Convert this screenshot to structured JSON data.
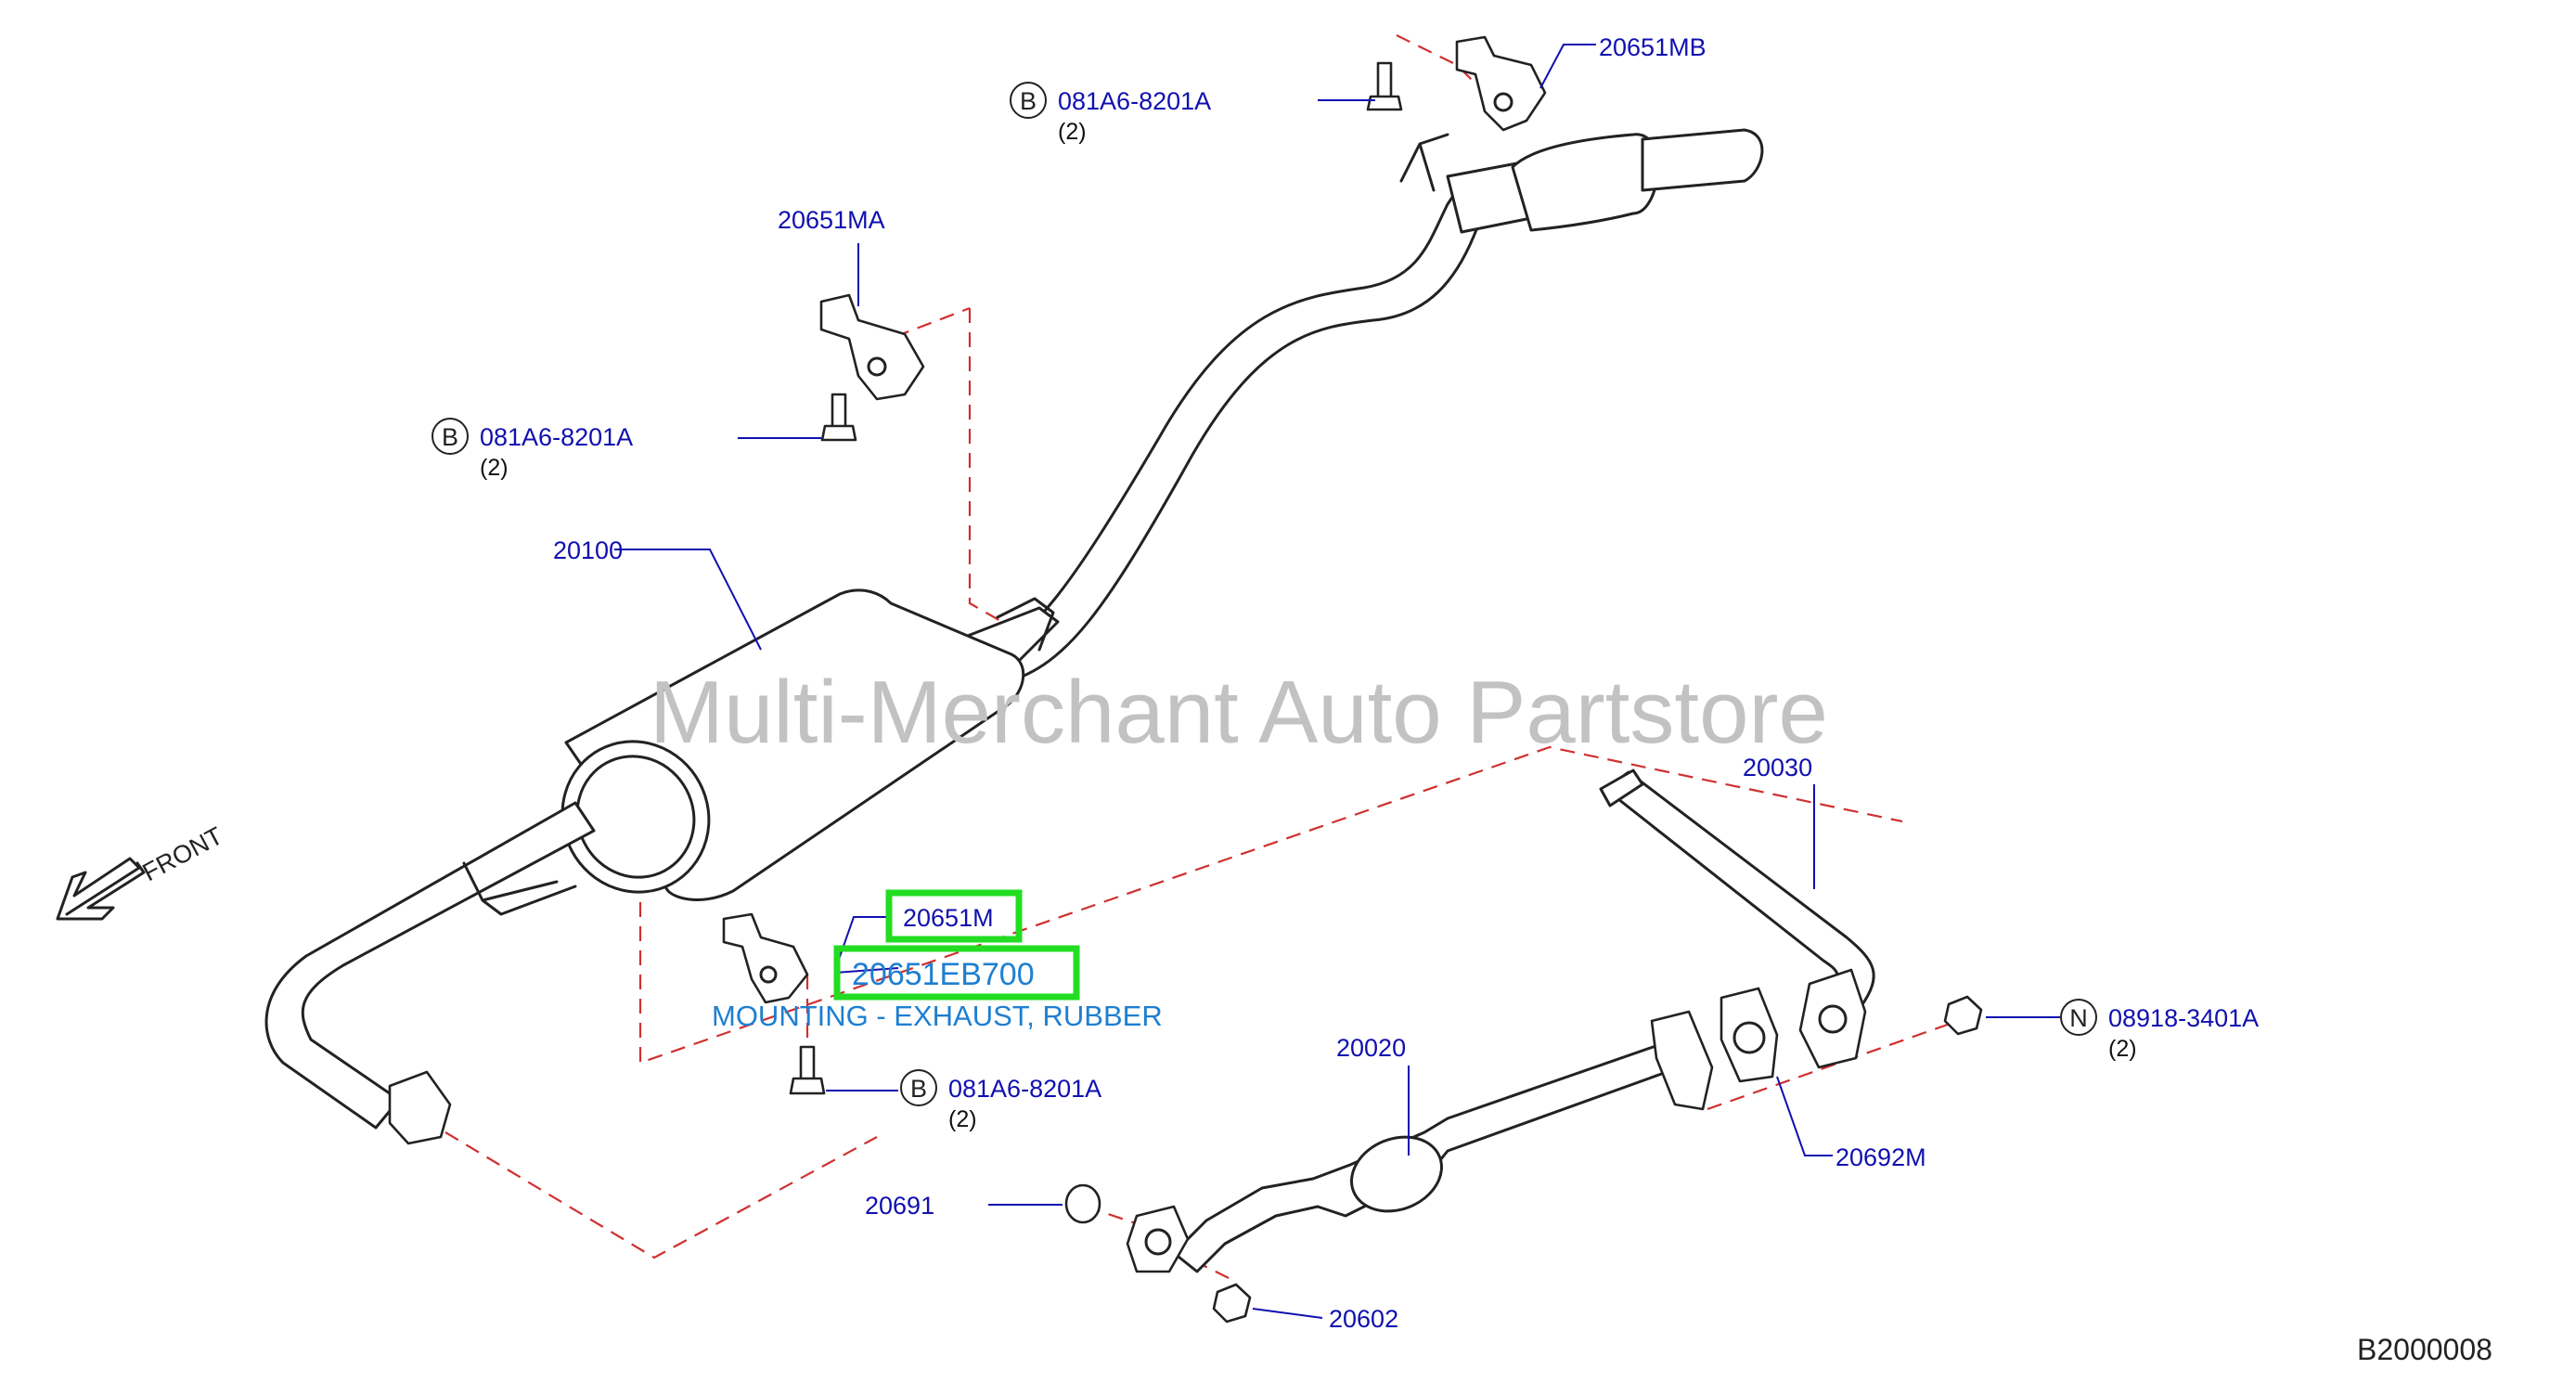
{
  "colors": {
    "callout": "#1010b0",
    "highlight_box": "#22dd22",
    "highlight_text": "#1e7fd0",
    "dashed": "#d03030",
    "watermark": "#c2c2c2",
    "drawing": "#222222"
  },
  "watermark": {
    "text": "Multi-Merchant Auto Partstore"
  },
  "front_arrow": {
    "label": "FRONT",
    "icon": "arrow-front-icon"
  },
  "diagram_code": "B2000008",
  "highlight": {
    "part_number": "20651EB700",
    "description": "MOUNTING - EXHAUST, RUBBER"
  },
  "callouts": {
    "mb_hanger": "20651MB",
    "ma_hanger": "20651MA",
    "main_muffler": "20100",
    "m_hanger": "20651M",
    "center_tube": "20030",
    "front_tube": "20020",
    "gasket_20692m": "20692M",
    "seal_ring": "20691",
    "nut_20602": "20602"
  },
  "fastener_bolt_top": {
    "letter": "B",
    "part": "081A6-8201A",
    "qty": "(2)"
  },
  "fastener_bolt_mid": {
    "letter": "B",
    "part": "081A6-8201A",
    "qty": "(2)"
  },
  "fastener_bolt_low": {
    "letter": "B",
    "part": "081A6-8201A",
    "qty": "(2)"
  },
  "fastener_nut": {
    "letter": "N",
    "part": "08918-3401A",
    "qty": "(2)"
  }
}
